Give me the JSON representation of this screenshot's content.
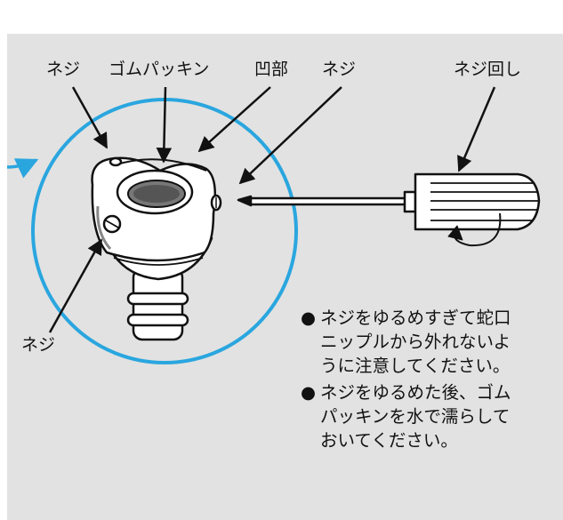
{
  "labels": {
    "screw_top_left": "ネジ",
    "rubber_packing": "ゴムパッキン",
    "recess": "凹部",
    "screw_top_right": "ネジ",
    "screwdriver": "ネジ回し",
    "screw_bottom_left": "ネジ"
  },
  "notes": [
    {
      "bullet": "●",
      "lines": [
        "ネジをゆるめすぎて蛇口",
        "ニップルから外れないよ",
        "うに注意してください。"
      ]
    },
    {
      "bullet": "●",
      "lines": [
        "ネジをゆるめた後、ゴム",
        "パッキンを水で濡らして",
        "おいてください。"
      ]
    }
  ],
  "colors": {
    "background": "#e2e2e2",
    "circle": "#2aa6df",
    "line": "#111111"
  }
}
